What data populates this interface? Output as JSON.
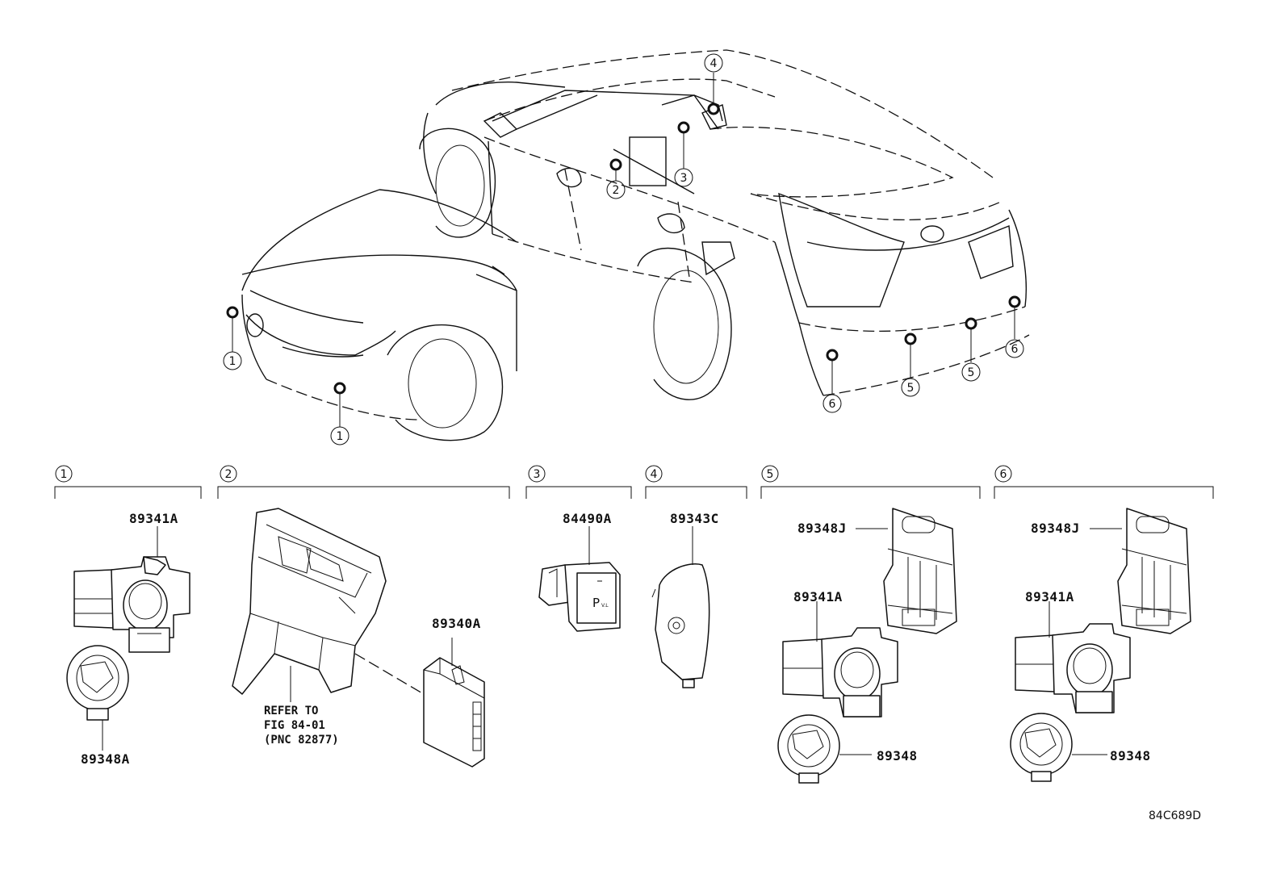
{
  "callouts": [
    "1",
    "2",
    "3",
    "4",
    "5",
    "6"
  ],
  "sections": [
    {
      "index": "1",
      "parts": [
        "89341A",
        "89348A"
      ]
    },
    {
      "index": "2",
      "parts": [
        "89340A"
      ],
      "note": [
        "REFER TO",
        "FIG 84-01",
        "(PNC 82877)"
      ]
    },
    {
      "index": "3",
      "parts": [
        "84490A"
      ]
    },
    {
      "index": "4",
      "parts": [
        "89343C"
      ]
    },
    {
      "index": "5",
      "parts": [
        "89348J",
        "89341A",
        "89348"
      ]
    },
    {
      "index": "6",
      "parts": [
        "89348J",
        "89341A",
        "89348"
      ]
    }
  ],
  "switch_glyph": "P",
  "switch_glyph_sub": "V.L",
  "drawing_code": "84C689D"
}
